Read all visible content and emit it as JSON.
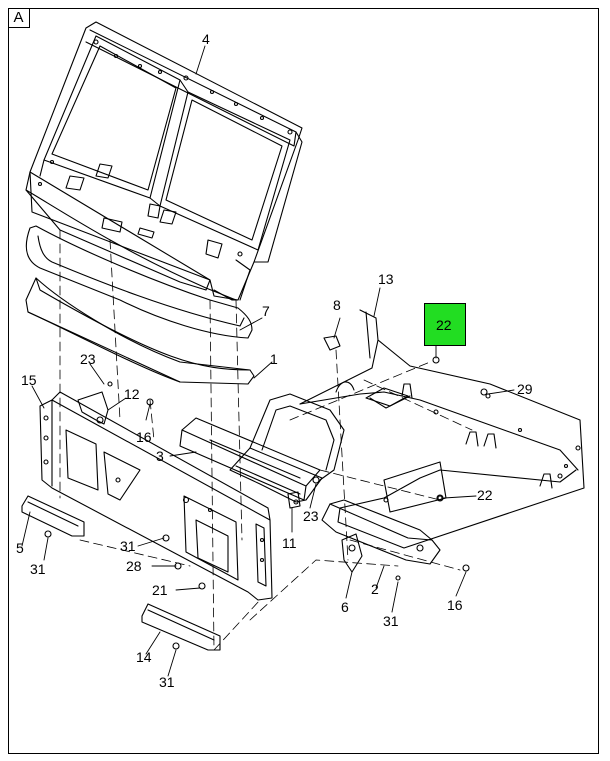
{
  "view_label": "A",
  "callouts": {
    "c4": "4",
    "c7": "7",
    "c1": "1",
    "c13": "13",
    "c8": "8",
    "c22_highlight": "22",
    "c29": "29",
    "c23a": "23",
    "c12": "12",
    "c15": "15",
    "c16a": "16",
    "c3": "3",
    "c22b": "22",
    "c23b": "23",
    "c11": "11",
    "c5": "5",
    "c31a": "31",
    "c31b": "31",
    "c28": "28",
    "c21": "21",
    "c6": "6",
    "c2": "2",
    "c16b": "16",
    "c31c": "31",
    "c14": "14",
    "c31d": "31"
  },
  "highlight_color": "#22dd22"
}
